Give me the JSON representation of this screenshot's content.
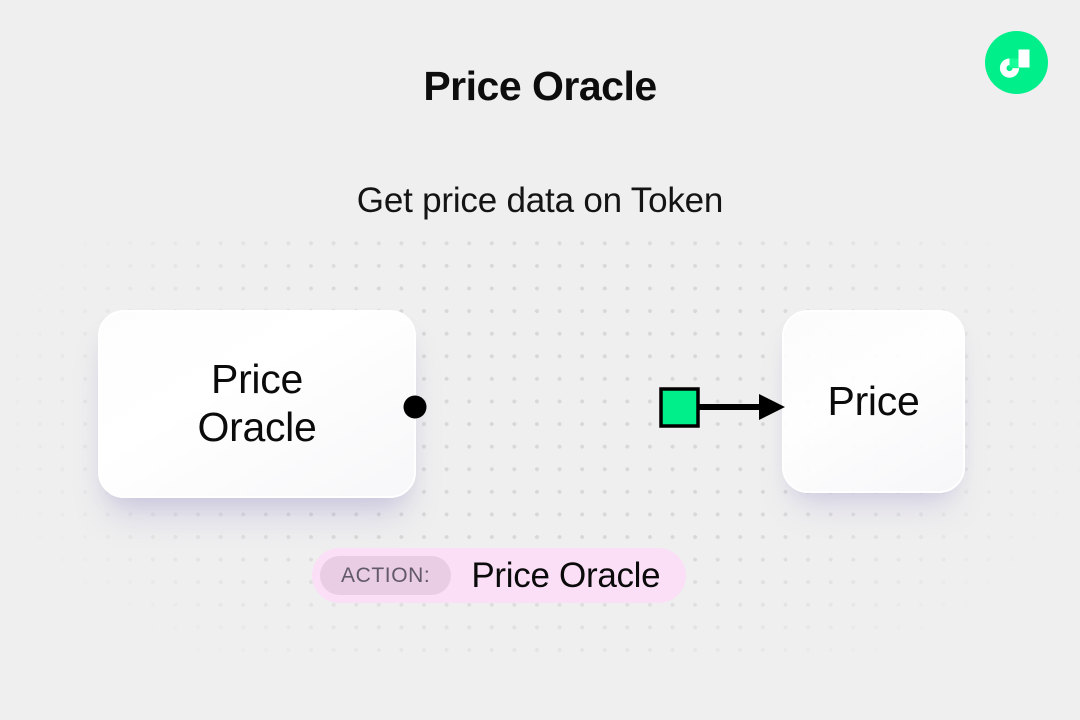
{
  "page": {
    "title": "Price Oracle",
    "subtitle": "Get price data on Token",
    "background_color": "#efefef"
  },
  "logo": {
    "name": "flow-logo",
    "brand_color": "#00ef8b",
    "accent_color": "#16ff99"
  },
  "diagram": {
    "source_node": {
      "label": "Price\nOracle",
      "line1": "Price",
      "line2": "Oracle"
    },
    "target_node": {
      "label": "Price"
    },
    "connector": {
      "start_dot_color": "#000000",
      "line_color": "#000000",
      "marker_color": "#00ef8b",
      "marker_border_color": "#000000",
      "arrow_color": "#000000"
    }
  },
  "action_badge": {
    "chip_label": "ACTION:",
    "value": "Price Oracle",
    "pill_color": "#fbdff7",
    "chip_color": "#e8cde4",
    "chip_text_color": "#62596a"
  }
}
